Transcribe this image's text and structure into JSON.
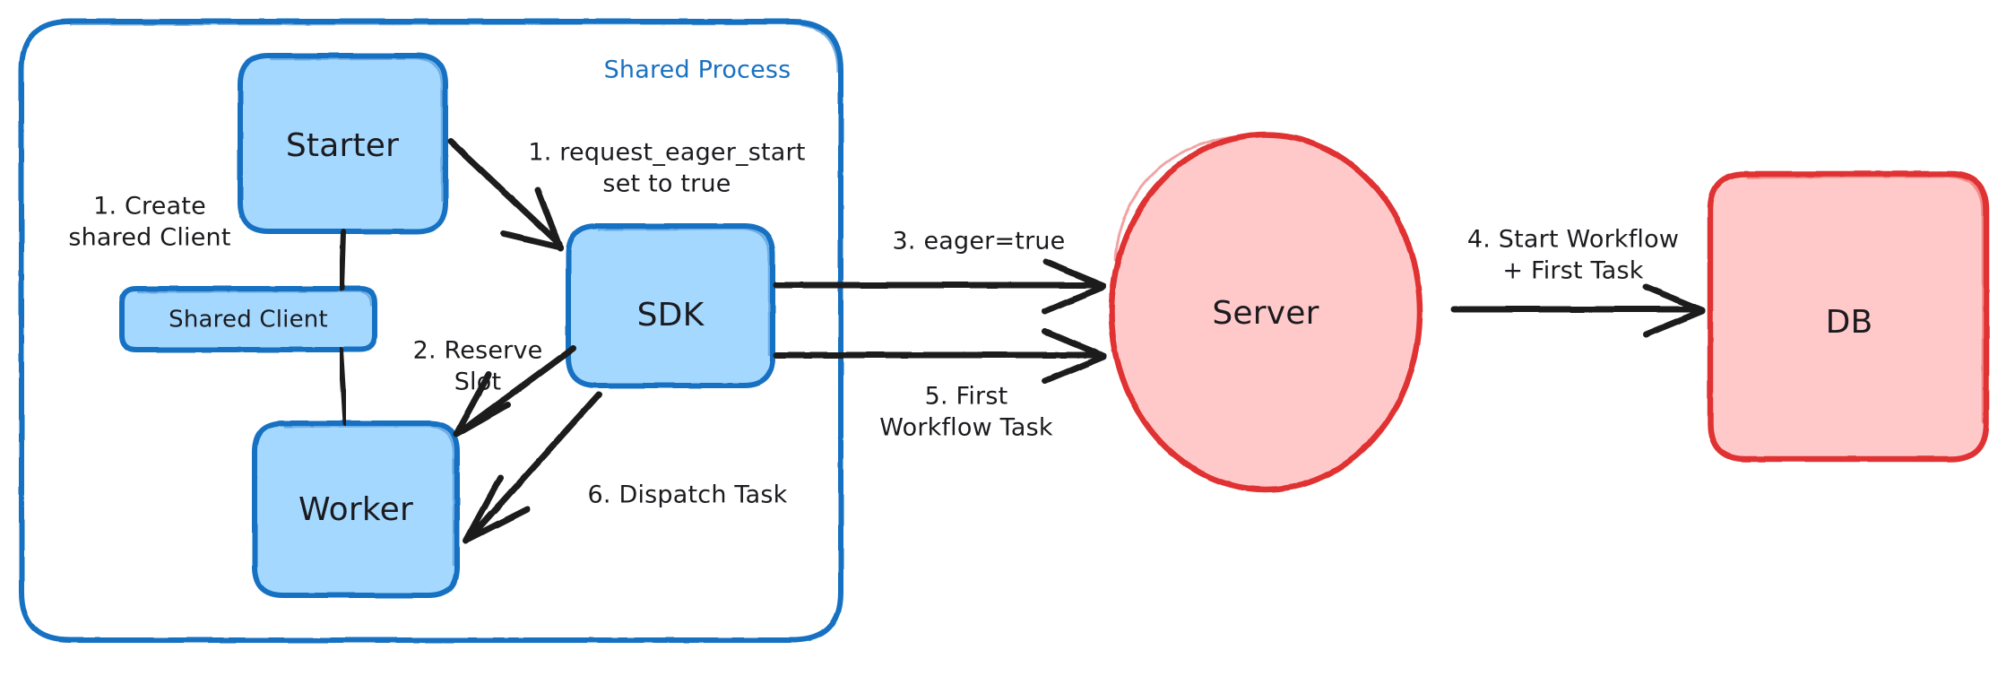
{
  "diagram": {
    "title": "Eager Workflow Start sequence",
    "colors": {
      "blue_stroke": "#1971c2",
      "blue_fill": "#a5d8ff",
      "red_stroke": "#e03131",
      "red_fill": "#ffc9c9",
      "text": "#1b1b1f",
      "arrow": "#1b1b1f",
      "background": "#ffffff"
    },
    "group": {
      "label": "Shared Process",
      "shape": "rounded-rectangle",
      "stroke": "#1971c2"
    },
    "nodes": [
      {
        "id": "starter",
        "label": "Starter",
        "shape": "rounded-rectangle",
        "fill": "#a5d8ff",
        "stroke": "#1971c2"
      },
      {
        "id": "shared-client",
        "label": "Shared Client",
        "shape": "rounded-rectangle",
        "fill": "#a5d8ff",
        "stroke": "#1971c2"
      },
      {
        "id": "worker",
        "label": "Worker",
        "shape": "rounded-rectangle",
        "fill": "#a5d8ff",
        "stroke": "#1971c2"
      },
      {
        "id": "sdk",
        "label": "SDK",
        "shape": "rounded-rectangle",
        "fill": "#a5d8ff",
        "stroke": "#1971c2"
      },
      {
        "id": "server",
        "label": "Server",
        "shape": "ellipse",
        "fill": "#ffc9c9",
        "stroke": "#e03131"
      },
      {
        "id": "db",
        "label": "DB",
        "shape": "rounded-rectangle",
        "fill": "#ffc9c9",
        "stroke": "#e03131"
      }
    ],
    "edges": [
      {
        "id": "e1-create",
        "label": "1. Create\nshared Client",
        "from": "starter",
        "to": "shared-client",
        "arrow": false
      },
      {
        "id": "e1-eager",
        "label": "1. request_eager_start\nset to true",
        "from": "starter",
        "to": "sdk",
        "arrow": true
      },
      {
        "id": "e2-reserve",
        "label": "2. Reserve\nSlot",
        "from": "sdk",
        "to": "worker",
        "arrow": true
      },
      {
        "id": "e3-eager-true",
        "label": "3. eager=true",
        "from": "sdk",
        "to": "server",
        "arrow": true
      },
      {
        "id": "e4-start-workflow",
        "label": "4. Start Workflow\n+ First Task",
        "from": "server",
        "to": "db",
        "arrow": true
      },
      {
        "id": "e5-first-task",
        "label": "5. First\nWorkflow Task",
        "from": "server",
        "to": "sdk",
        "arrow": true
      },
      {
        "id": "e6-dispatch",
        "label": "6. Dispatch Task",
        "from": "sdk",
        "to": "worker",
        "arrow": true
      }
    ]
  }
}
